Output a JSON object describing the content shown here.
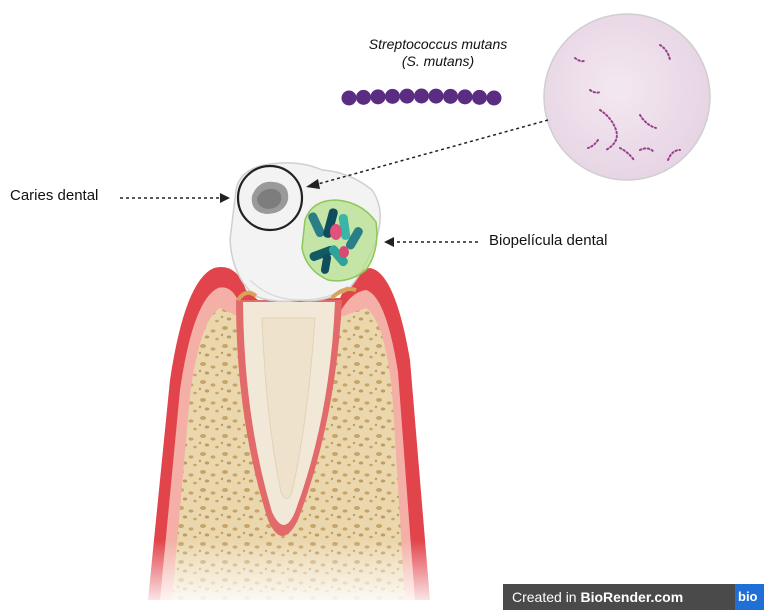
{
  "labels": {
    "caries": "Caries dental",
    "biofilm": "Biopelícula dental",
    "species_line1": "Streptococcus mutans",
    "species_line2": "(S. mutans)"
  },
  "footer": {
    "prefix": "Created in ",
    "brand": "BioRender.com",
    "tag": "bio"
  },
  "colors": {
    "gum": "#e2444c",
    "gum_light": "#f09aa0",
    "bone": "#e8d4a8",
    "bone_spot": "#c9a56a",
    "crown": "#f2f2f2",
    "root": "#f1e6d4",
    "pulp": "#f7d6ce",
    "bacteria": "#5b2d82",
    "micrograph_bg": "#eee0ec",
    "biofilm": "#9ad06a"
  }
}
